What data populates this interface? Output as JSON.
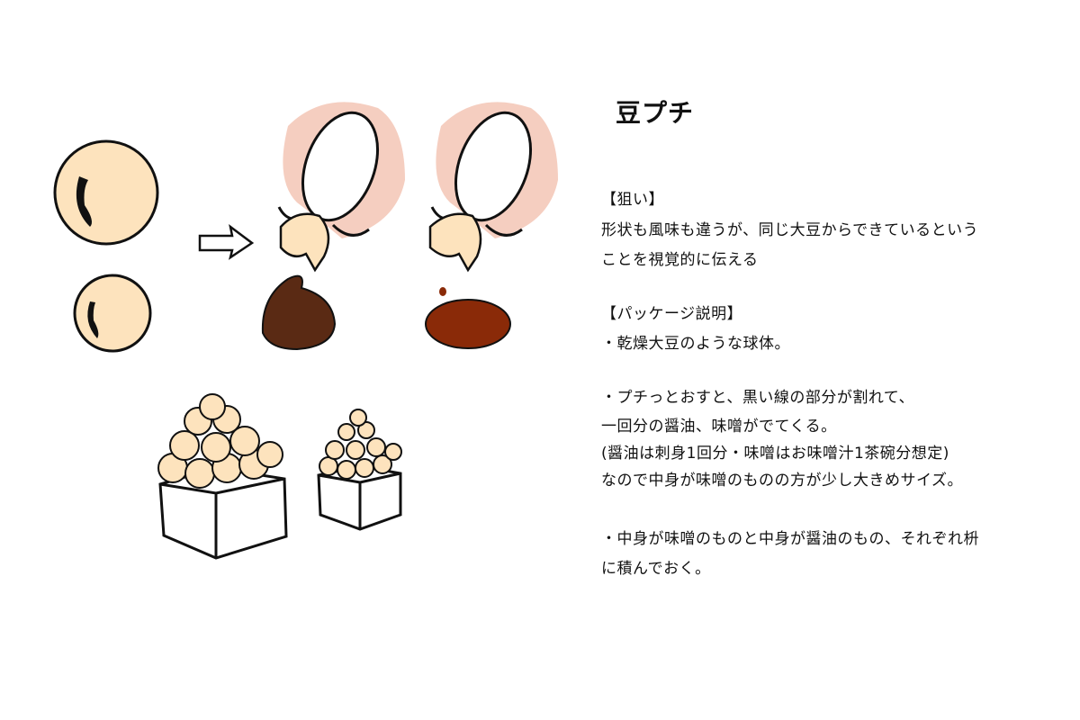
{
  "title": "豆プチ",
  "sections": {
    "aim_heading": "【狙い】",
    "aim_lines": [
      "形状も風味も違うが、同じ大豆からできているという",
      "ことを視覚的に伝える"
    ],
    "package_heading": "【パッケージ説明】",
    "package_lines": [
      "・乾燥大豆のような球体。",
      "・プチっとおすと、黒い線の部分が割れて、",
      "一回分の醤油、味噌がでてくる。",
      "(醤油は刺身1回分・味噌はお味噌汁1茶碗分想定)",
      "なので中身が味噌のものの方が少し大きめサイズ。",
      "・中身が味噌のものと中身が醤油のもの、それぞれ枡",
      "に積んでおく。"
    ]
  },
  "colors": {
    "bean": "#fde3bd",
    "skin": "#f3c2b0",
    "miso": "#5a2a14",
    "soy": "#8a2a08"
  }
}
